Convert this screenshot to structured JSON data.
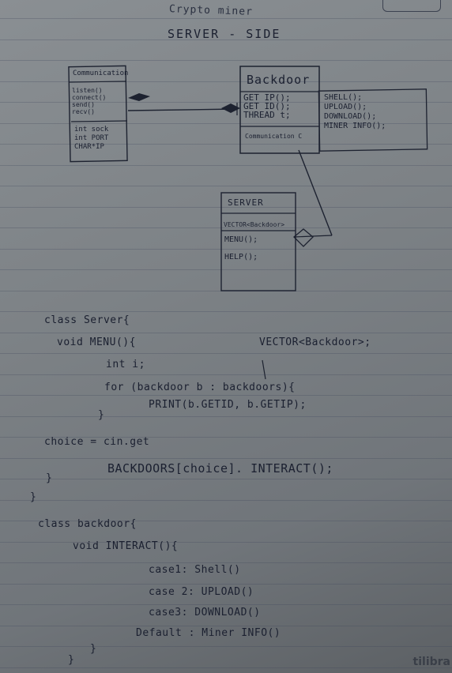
{
  "header": {
    "title": "Crypto miner",
    "subtitle": "SERVER - SIDE"
  },
  "classes": {
    "communication": {
      "name": "Communication",
      "methods": [
        "listen()",
        "connect()",
        "send()",
        "recv()"
      ],
      "fields": [
        "int sock",
        "int PORT",
        "CHAR*IP"
      ]
    },
    "backdoor": {
      "name": "Backdoor",
      "methods": [
        "GET IP();",
        "GET ID();",
        "THREAD t;"
      ],
      "field": "Communication C",
      "extra": [
        "SHELL();",
        "UPLOAD();",
        "DOWNLOAD();",
        "MINER INFO();"
      ]
    },
    "server": {
      "name": "SERVER",
      "field": "VECTOR<Backdoor>",
      "methods": [
        "MENU();",
        "HELP();"
      ]
    }
  },
  "code": {
    "l1": "class Server{",
    "l2": "void MENU(){",
    "l2b": "VECTOR<Backdoor>;",
    "l3": "int i;",
    "l4": "for (backdoor b : backdoors){",
    "l5": "PRINT(b.GETID, b.GETIP);",
    "l6": "}",
    "l7": "choice = cin.get",
    "l8": "BACKDOORS[choice]. INTERACT();",
    "l9": "}",
    "l10": "}",
    "l11": "class backdoor{",
    "l12": "void INTERACT(){",
    "l13": "case1: Shell()",
    "l14": "case 2: UPLOAD()",
    "l15": "case3: DOWNLOAD()",
    "l16": "Default : Miner INFO()",
    "l17": "}",
    "l18": "}"
  },
  "brand": "tilibra"
}
